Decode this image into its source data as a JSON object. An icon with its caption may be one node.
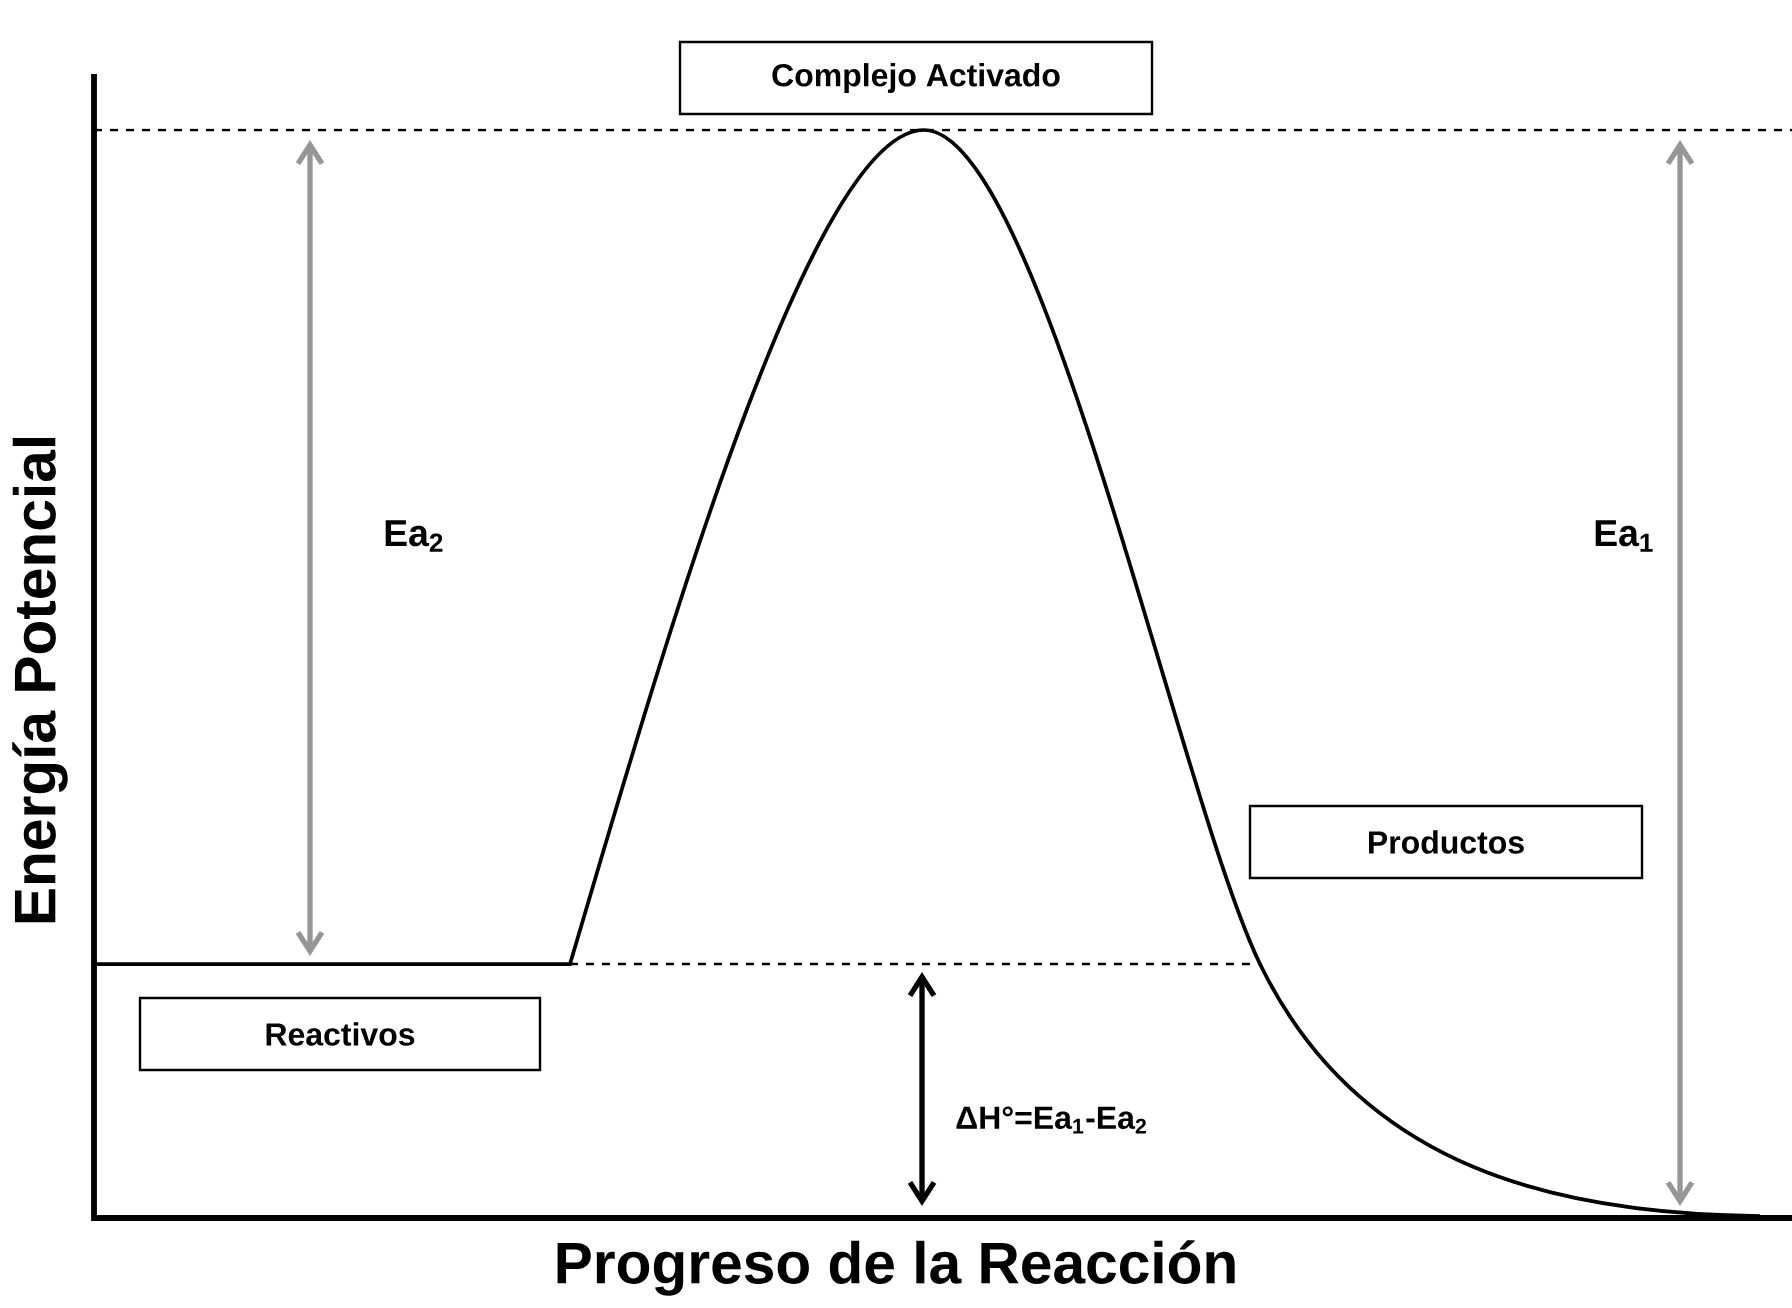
{
  "diagram": {
    "nodes": [
      {
        "text": [
          "Complejo Activado"
        ]
      },
      {
        "text": [
          "Reactivos"
        ]
      },
      {
        "text": [
          "Productos"
        ]
      }
    ],
    "labels": [
      "Ea$_{2}$",
      "Ea$_{1}$",
      "Energía Potencial",
      "ΔH°=Ea$_{1}$-Ea$_{2}$",
      "Progreso de la Reacción"
    ]
  }
}
